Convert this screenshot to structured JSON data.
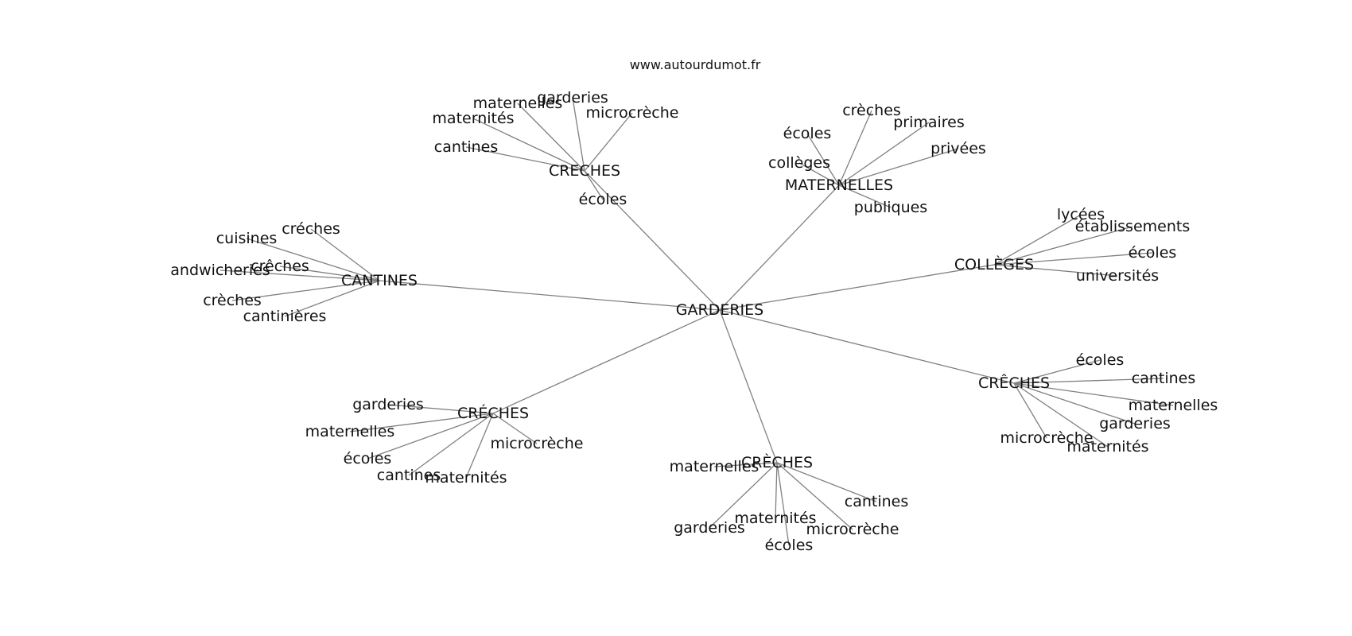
{
  "site_credit": "www.autourdumot.fr",
  "colors": {
    "edge": "#808080",
    "text": "#111111",
    "background": "#ffffff"
  },
  "graph": {
    "root": "GARDERIES",
    "branches": [
      {
        "label": "CANTINES",
        "leaves": [
          "créches",
          "cuisines",
          "crêches",
          "andwicheries",
          "crèches",
          "cantinières"
        ]
      },
      {
        "label": "CRECHES",
        "leaves": [
          "garderies",
          "maternelles",
          "maternités",
          "microcrèche",
          "cantines",
          "écoles"
        ]
      },
      {
        "label": "MATERNELLES",
        "leaves": [
          "crèches",
          "écoles",
          "primaires",
          "privées",
          "collèges",
          "publiques"
        ]
      },
      {
        "label": "COLLÈGES",
        "leaves": [
          "lycées",
          "établissements",
          "écoles",
          "universités"
        ]
      },
      {
        "label": "CRÊCHES",
        "leaves": [
          "écoles",
          "cantines",
          "maternelles",
          "garderies",
          "microcrèche",
          "maternités"
        ]
      },
      {
        "label": "CRÈCHES",
        "leaves": [
          "maternelles",
          "cantines",
          "maternités",
          "microcrèche",
          "garderies",
          "écoles"
        ]
      },
      {
        "label": "CRÉCHES",
        "leaves": [
          "garderies",
          "maternelles",
          "écoles",
          "cantines",
          "maternités",
          "microcrèche"
        ]
      }
    ]
  }
}
